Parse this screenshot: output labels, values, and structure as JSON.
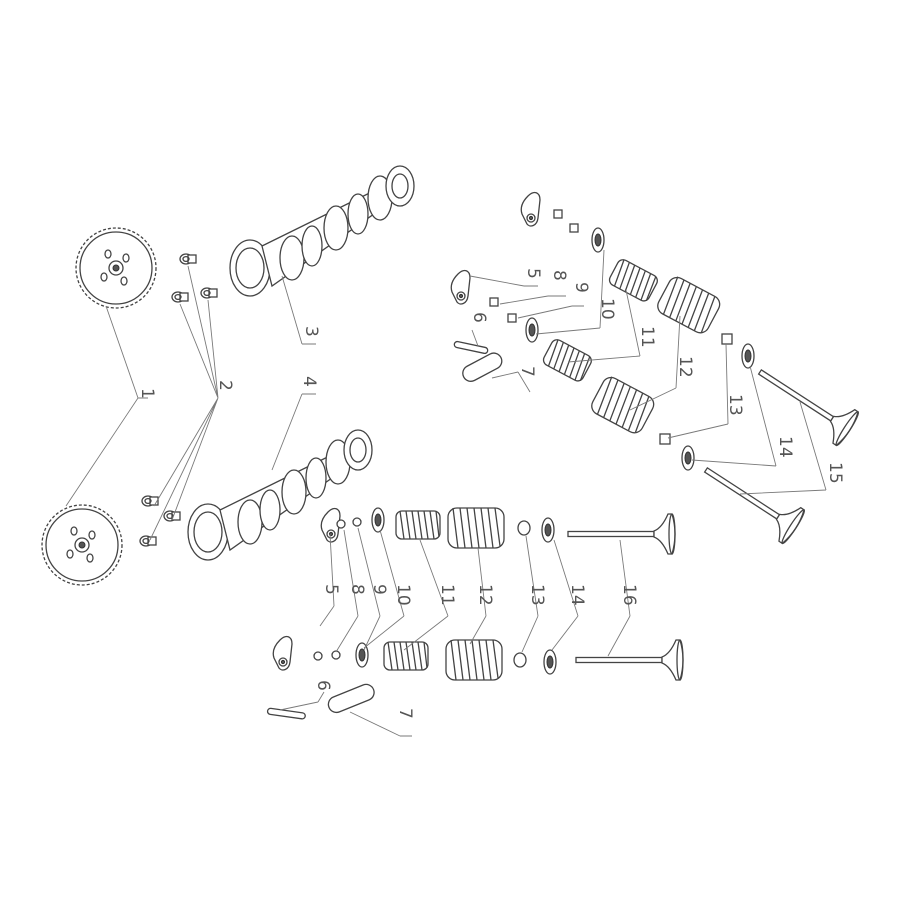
{
  "diagram": {
    "callouts": [
      {
        "id": "c1",
        "text": "1"
      },
      {
        "id": "c2",
        "text": "2"
      },
      {
        "id": "c3",
        "text": "3"
      },
      {
        "id": "c4",
        "text": "4"
      },
      {
        "id": "c5a",
        "text": "5"
      },
      {
        "id": "c6a",
        "text": "6"
      },
      {
        "id": "c7a",
        "text": "7"
      },
      {
        "id": "c8a",
        "text": "8"
      },
      {
        "id": "c9a",
        "text": "9"
      },
      {
        "id": "c10a",
        "text": "10"
      },
      {
        "id": "c11a",
        "text": "11"
      },
      {
        "id": "c12a",
        "text": "12"
      },
      {
        "id": "c13a",
        "text": "13"
      },
      {
        "id": "c14a",
        "text": "14"
      },
      {
        "id": "c15",
        "text": "15"
      },
      {
        "id": "c5b",
        "text": "5"
      },
      {
        "id": "c6b",
        "text": "6"
      },
      {
        "id": "c7b",
        "text": "7"
      },
      {
        "id": "c8b",
        "text": "8"
      },
      {
        "id": "c9b",
        "text": "9"
      },
      {
        "id": "c10b",
        "text": "10"
      },
      {
        "id": "c11b",
        "text": "11"
      },
      {
        "id": "c12b",
        "text": "12"
      },
      {
        "id": "c13b",
        "text": "13"
      },
      {
        "id": "c14b",
        "text": "14"
      },
      {
        "id": "c16",
        "text": "16"
      }
    ]
  }
}
